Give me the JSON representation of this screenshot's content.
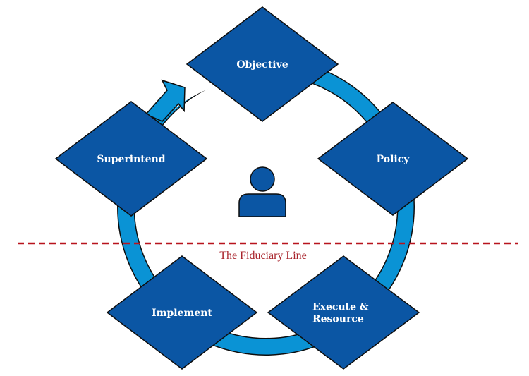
{
  "diagram": {
    "title": "Fiduciary governance cycle",
    "colors": {
      "node_fill": "#0B56A4",
      "ring_fill": "#0A93D5",
      "outline": "#0d0d0d",
      "fiduciary_line": "#B8141E",
      "fiduciary_text": "#A8232B",
      "label_text": "#ffffff"
    },
    "center_icon": "person-icon",
    "cycle_arrow_icon": "arrow-up-right-icon",
    "nodes": [
      {
        "id": "objective",
        "label_lines": [
          "Objective"
        ]
      },
      {
        "id": "policy",
        "label_lines": [
          "Policy"
        ]
      },
      {
        "id": "execute-resource",
        "label_lines": [
          "Execute &",
          "Resource"
        ]
      },
      {
        "id": "implement",
        "label_lines": [
          "Implement"
        ]
      },
      {
        "id": "superintend",
        "label_lines": [
          "Superintend"
        ]
      }
    ],
    "fiduciary_line": {
      "label": "The Fiduciary Line",
      "style": "dashed"
    }
  }
}
